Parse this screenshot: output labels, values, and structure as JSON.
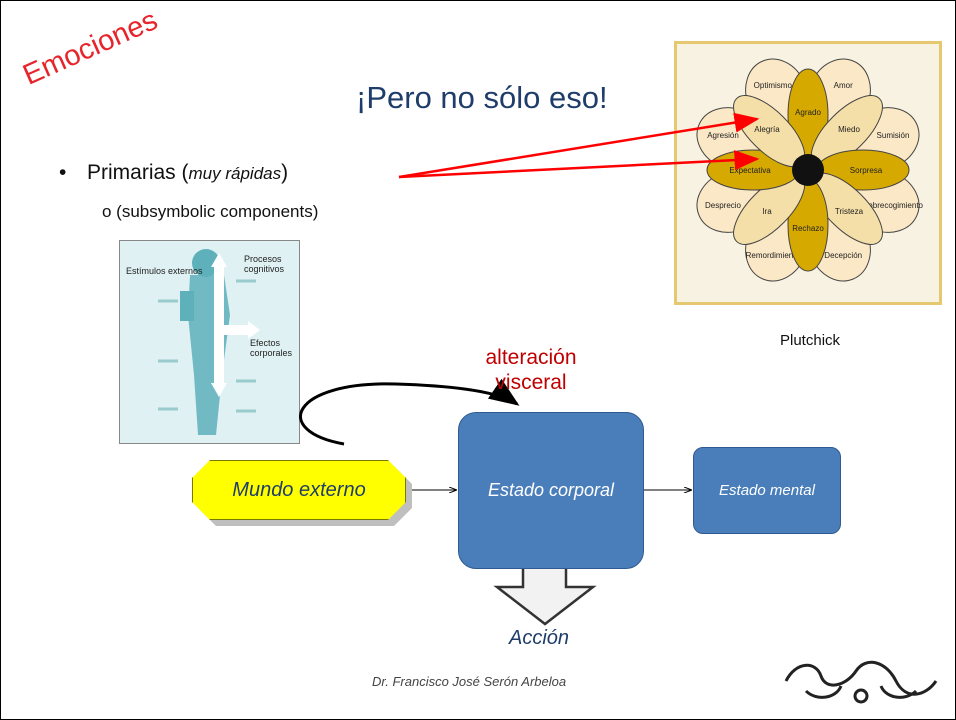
{
  "slide": {
    "emociones": "Emociones",
    "title": "¡Pero no sólo eso!",
    "bullet_symbol": "•",
    "bullet_main": "Primarias (",
    "bullet_italic": "muy rápidas",
    "bullet_close": ")",
    "sub_bullet": "o   (subsymbolic components)",
    "plutchick_label": "Plutchick",
    "alteracion_line1": "alteración",
    "alteracion_line2": "visceral",
    "mundo_externo": "Mundo externo",
    "estado_corporal": "Estado corporal",
    "estado_mental": "Estado mental",
    "accion": "Acción",
    "author": "Dr. Francisco José Serón Arbeloa"
  },
  "body_figure": {
    "estimulos": "Estímulos externos",
    "procesos": "Procesos cognitivos",
    "efectos": "Efectos corporales"
  },
  "plutchik_wheel": {
    "outer": [
      "Amor",
      "Sumisión",
      "Sobrecogimiento",
      "Decepción",
      "Remordimiento",
      "Desprecio",
      "Agresión",
      "Optimismo"
    ],
    "inner": [
      "Agrado",
      "Miedo",
      "Sorpresa",
      "Tristeza",
      "Rechazo",
      "Ira",
      "Expectativa",
      "Alegría"
    ]
  },
  "colors": {
    "accent_red": "#e8242b",
    "title_blue": "#1f3d6a",
    "box_blue": "#4a7ebb",
    "yellow": "#ffff00",
    "petal_gold": "#d6a900"
  }
}
